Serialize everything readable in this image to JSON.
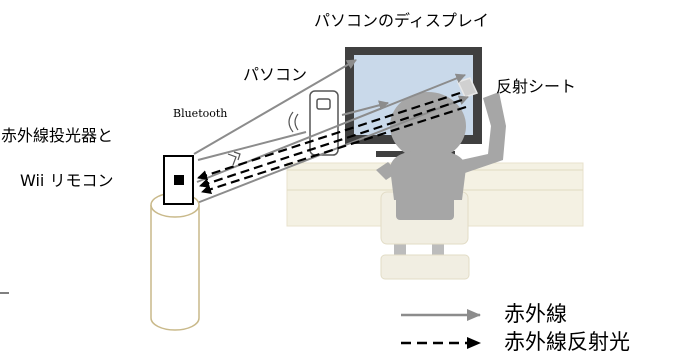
{
  "labels": {
    "monitor": "パソコンのディスプレイ",
    "pc": "パソコン",
    "reflector": "反射シート",
    "bluetooth": "Bluetooth",
    "ir_emitter": "赤外線投光器と",
    "wiimote": "Wii リモコン"
  },
  "legend": {
    "ir": "赤外線",
    "ir_reflected": "赤外線反射光"
  },
  "colors": {
    "line": "#8c8c8c",
    "monitor_frame": "#404040",
    "screen": "#c9d9ea",
    "desk": "#f4f1e3",
    "person": "#a6a6a6",
    "chair": "#f1eee2",
    "chair_legs": "#bcbcbc"
  }
}
